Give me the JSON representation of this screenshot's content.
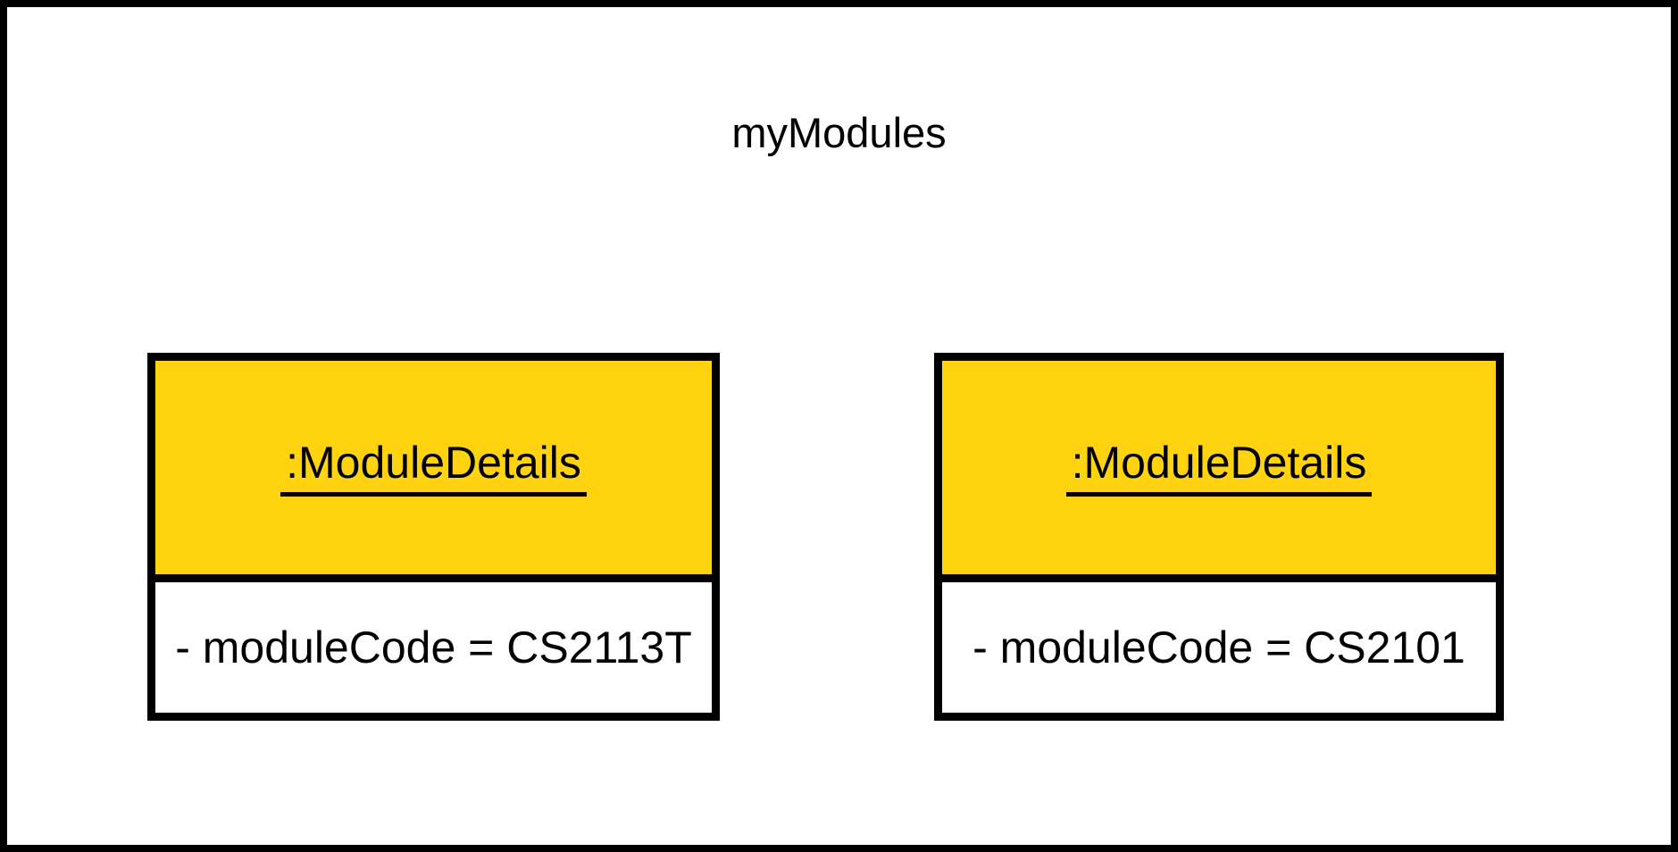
{
  "diagram": {
    "title": "myModules",
    "colors": {
      "background": "#FFFFFF",
      "frame_border": "#000000",
      "box_border": "#000000",
      "header_fill": "#FFD30F",
      "body_fill": "#FFFFFF",
      "text": "#000000"
    },
    "objects": [
      {
        "name": ":ModuleDetails",
        "attributes": [
          "- moduleCode = CS2113T"
        ]
      },
      {
        "name": ":ModuleDetails",
        "attributes": [
          "- moduleCode = CS2101"
        ]
      }
    ]
  }
}
